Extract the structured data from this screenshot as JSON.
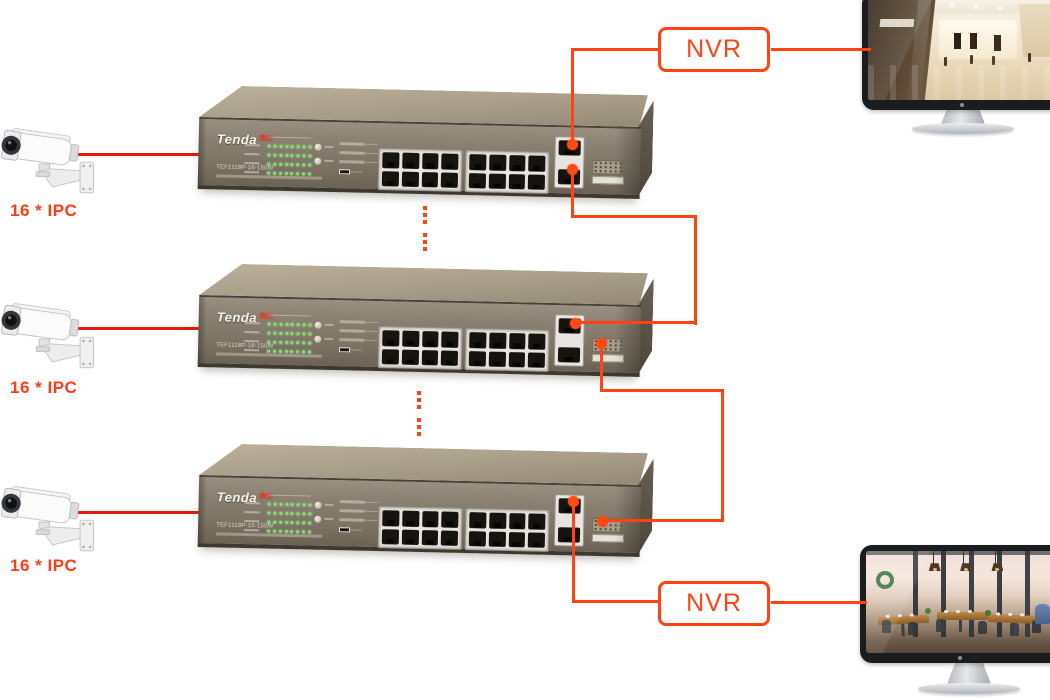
{
  "cameras": [
    {
      "label": "16 * IPC"
    },
    {
      "label": "16 * IPC"
    },
    {
      "label": "16 * IPC"
    }
  ],
  "switches": [
    {
      "brand": "Tenda",
      "brand_cn": "腾达",
      "model": "TEF1118P-16-150W"
    },
    {
      "brand": "Tenda",
      "brand_cn": "腾达",
      "model": "TEF1118P-16-150W"
    },
    {
      "brand": "Tenda",
      "brand_cn": "腾达",
      "model": "TEF1118P-16-150W"
    }
  ],
  "nvrs": [
    {
      "label": "NVR"
    },
    {
      "label": "NVR"
    }
  ],
  "colors": {
    "camera_line": "#e8190b",
    "topology_line": "#ff4412",
    "ipc_label": "#ff3c14",
    "nvr_accent": "#ff4412",
    "led_green": "#7fe26d",
    "switch_body": "#8a8071"
  }
}
